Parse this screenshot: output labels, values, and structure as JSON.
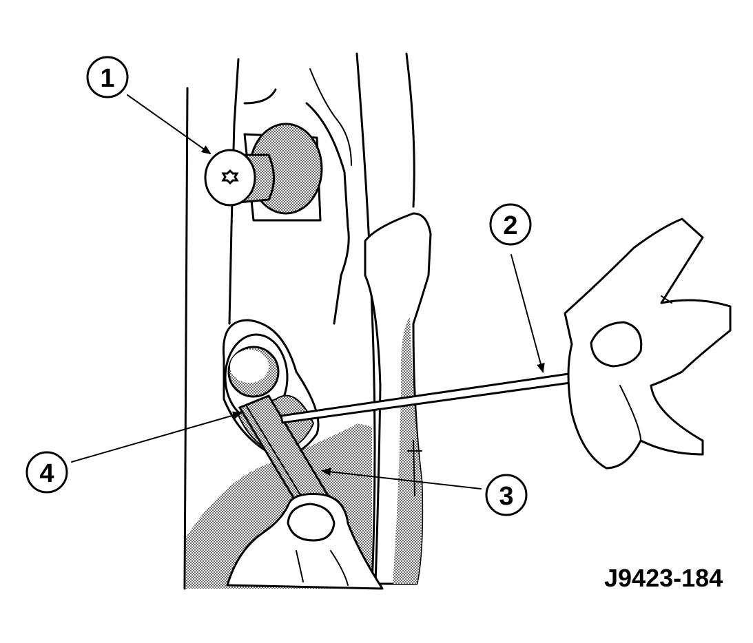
{
  "callouts": [
    {
      "label": "1"
    },
    {
      "label": "2"
    },
    {
      "label": "3"
    },
    {
      "label": "4"
    }
  ],
  "figure_id": "J9423-184",
  "colors": {
    "ink": "#000000",
    "paper": "#ffffff",
    "shading": "#9a9a9a"
  }
}
